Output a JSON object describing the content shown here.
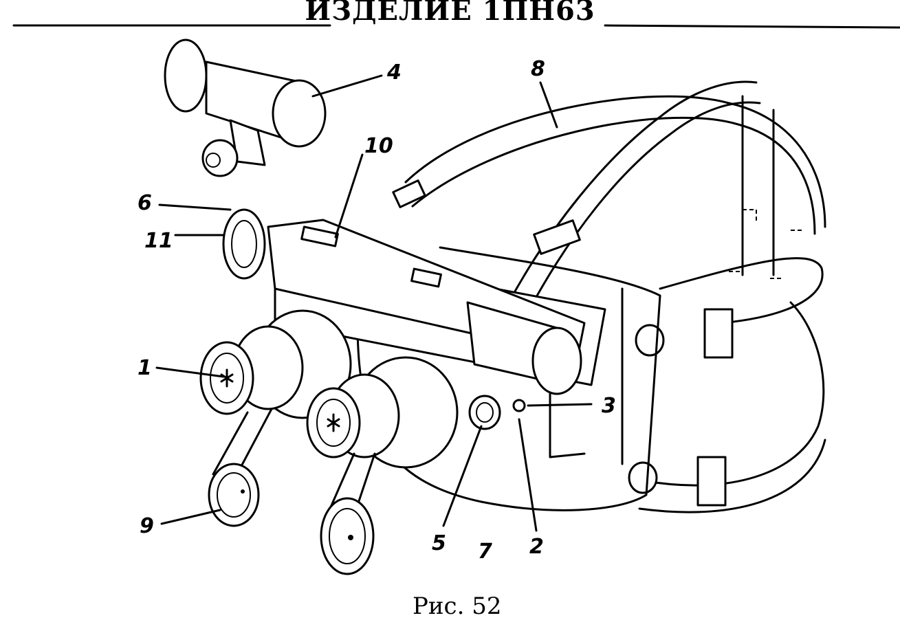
{
  "title": "ИЗДЕЛИЕ 1ПН63",
  "caption": "Рис. 52",
  "labels": {
    "l1": "1",
    "l2": "2",
    "l3": "3",
    "l4": "4",
    "l5": "5",
    "l6": "6",
    "l7": "7",
    "l8": "8",
    "l9": "9",
    "l10": "10",
    "l11": "11"
  },
  "colors": {
    "ink": "#000000",
    "paper": "#ffffff"
  }
}
